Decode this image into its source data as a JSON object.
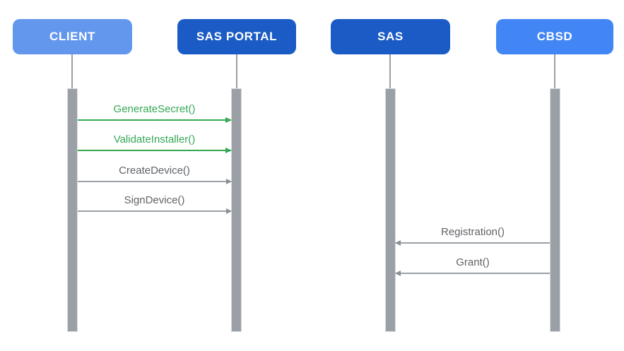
{
  "diagram": {
    "type": "sequence-diagram",
    "background_color": "#FFFFFF"
  },
  "actors": [
    {
      "id": "client",
      "label": "CLIENT",
      "color": "#6397EE"
    },
    {
      "id": "sas-portal",
      "label": "SAS PORTAL",
      "color": "#1B5BC5"
    },
    {
      "id": "sas",
      "label": "SAS",
      "color": "#1B5BC5"
    },
    {
      "id": "cbsd",
      "label": "CBSD",
      "color": "#4285F4"
    }
  ],
  "messages": [
    {
      "label": "GenerateSecret()",
      "from": "CLIENT",
      "to": "SAS PORTAL",
      "direction": "right",
      "color": "#34A853"
    },
    {
      "label": "ValidateInstaller()",
      "from": "CLIENT",
      "to": "SAS PORTAL",
      "direction": "right",
      "color": "#34A853"
    },
    {
      "label": "CreateDevice()",
      "from": "CLIENT",
      "to": "SAS PORTAL",
      "direction": "right",
      "color": "#9AA0A6"
    },
    {
      "label": "SignDevice()",
      "from": "CLIENT",
      "to": "SAS PORTAL",
      "direction": "right",
      "color": "#9AA0A6"
    },
    {
      "label": "Registration()",
      "from": "CBSD",
      "to": "SAS",
      "direction": "left",
      "color": "#9AA0A6"
    },
    {
      "label": "Grant()",
      "from": "CBSD",
      "to": "SAS",
      "direction": "left",
      "color": "#9AA0A6"
    }
  ],
  "colors": {
    "actor_light_blue": "#6397EE",
    "actor_dark_blue": "#1B5BC5",
    "actor_mid_blue": "#4285F4",
    "message_green": "#34A853",
    "message_gray_line": "#9AA0A6",
    "message_gray_text": "#5F6368",
    "lifeline_gray": "#9AA0A6",
    "activation_fill": "#9AA0A6"
  }
}
